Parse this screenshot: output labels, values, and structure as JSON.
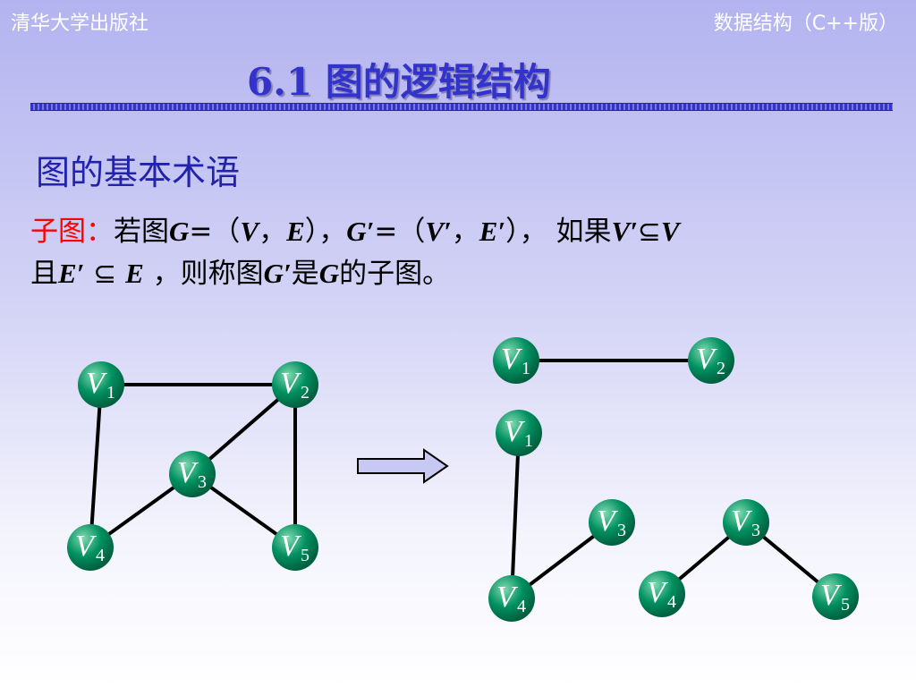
{
  "header": {
    "left": "清华大学出版社",
    "right": "数据结构（C++版）"
  },
  "title": "6.1 图的逻辑结构",
  "subheading": "图的基本术语",
  "definition": {
    "term": "子图：",
    "t1": "若图",
    "G": "G",
    "eq": "=（",
    "V": "V",
    "comma": "，",
    "E": "E",
    "close": "），",
    "Gp": "G′",
    "eq2": "=（",
    "Vp": "V′",
    "comma2": "，",
    "Ep": "E′",
    "close2": "），",
    "t2": " 如果",
    "Vp2": "V′",
    "subset": "⊆",
    "V2": "V",
    "t3": "且",
    "Ep2": "E′",
    "subset2": " ⊆ ",
    "E2": "E",
    "t4": " ，则称图",
    "Gp2": "G′",
    "t5": "是",
    "G2": "G",
    "t6": "的子图。"
  },
  "colors": {
    "node": "#009060",
    "node_highlight": "#80d8b0",
    "edge": "#000000",
    "arrow_fill": "#c8c8f4"
  },
  "graph_main": {
    "nodes": [
      {
        "id": "g-v1",
        "label": "V",
        "sub": "1"
      },
      {
        "id": "g-v2",
        "label": "V",
        "sub": "2"
      },
      {
        "id": "g-v3",
        "label": "V",
        "sub": "3"
      },
      {
        "id": "g-v4",
        "label": "V",
        "sub": "4"
      },
      {
        "id": "g-v5",
        "label": "V",
        "sub": "5"
      }
    ],
    "edges": [
      [
        "g-v1",
        "g-v2"
      ],
      [
        "g-v1",
        "g-v4"
      ],
      [
        "g-v2",
        "g-v3"
      ],
      [
        "g-v2",
        "g-v5"
      ],
      [
        "g-v3",
        "g-v4"
      ],
      [
        "g-v3",
        "g-v5"
      ]
    ]
  },
  "subgraph_a": {
    "nodes": [
      {
        "id": "a-v1",
        "label": "V",
        "sub": "1"
      },
      {
        "id": "a-v2",
        "label": "V",
        "sub": "2"
      }
    ],
    "edges": [
      [
        "a-v1",
        "a-v2"
      ]
    ]
  },
  "subgraph_b": {
    "nodes": [
      {
        "id": "b-v1",
        "label": "V",
        "sub": "1"
      },
      {
        "id": "b-v3",
        "label": "V",
        "sub": "3"
      },
      {
        "id": "b-v4",
        "label": "V",
        "sub": "4"
      }
    ],
    "edges": [
      [
        "b-v1",
        "b-v4"
      ],
      [
        "b-v3",
        "b-v4"
      ]
    ]
  },
  "subgraph_c": {
    "nodes": [
      {
        "id": "c-v3",
        "label": "V",
        "sub": "3"
      },
      {
        "id": "c-v4",
        "label": "V",
        "sub": "4"
      },
      {
        "id": "c-v5",
        "label": "V",
        "sub": "5"
      }
    ],
    "edges": [
      [
        "c-v3",
        "c-v4"
      ],
      [
        "c-v3",
        "c-v5"
      ]
    ]
  }
}
